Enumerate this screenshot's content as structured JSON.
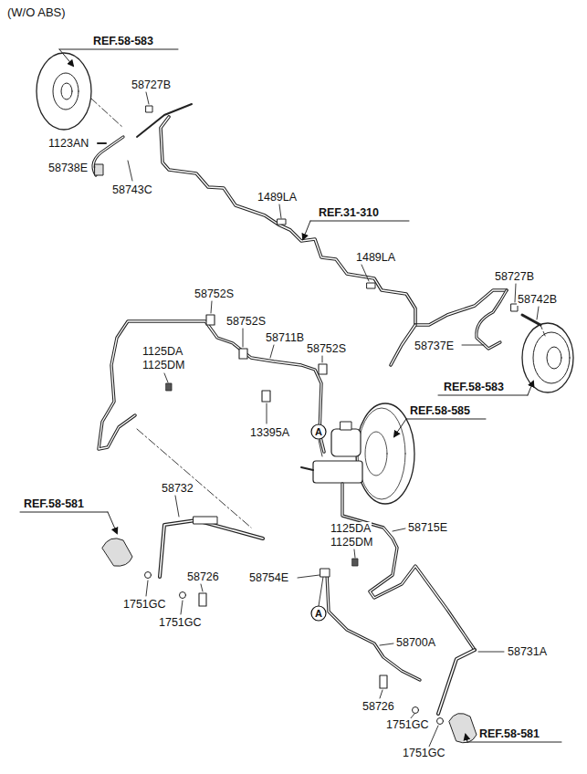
{
  "diagram": {
    "title": "(W/O ABS)",
    "nodes": [
      {
        "text": [
          "A"
        ]
      },
      {
        "text": [
          "A"
        ]
      }
    ],
    "labels": [
      "REF.58-583",
      "58727B",
      "1123AN",
      "58738E",
      "58743C",
      "1489LA",
      "REF.31-310",
      "1489LA",
      "58727B",
      "58742B",
      "58737E",
      "REF.58-583",
      "58752S",
      "58752S",
      "58711B",
      "58752S",
      "1125DA",
      "1125DM",
      "13395A",
      "REF.58-585",
      "58732",
      "REF.58-581",
      "58726",
      "1751GC",
      "1751GC",
      "1125DA",
      "1125DM",
      "58715E",
      "58754E",
      "58700A",
      "58731A",
      "58726",
      "1751GC",
      "REF.58-581",
      "1751GC"
    ]
  }
}
